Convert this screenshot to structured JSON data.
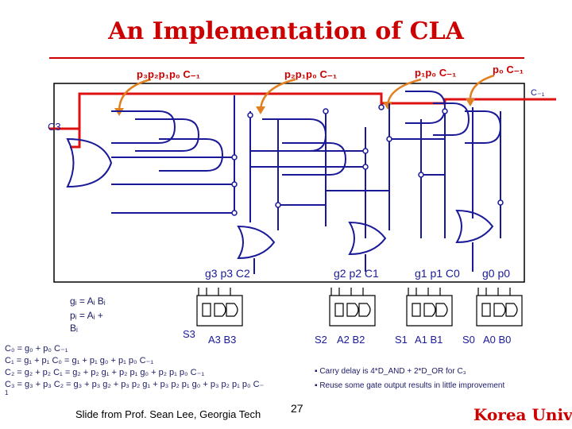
{
  "title": "An Implementation of CLA",
  "top_labels": {
    "p3p2p1p0c": "p₃p₂p₁p₀ C₋₁",
    "p2p1p0c": "p₂p₁p₀ C₋₁",
    "p1p0c": "p₁p₀ C₋₁",
    "p0c": "p₀ C₋₁",
    "c_minus_1": "C₋₁",
    "c3": "C3"
  },
  "bottom_labels": {
    "g3p3c2": "g3 p3 C2",
    "g2p2c1": "g2 p2 C1",
    "g1p1c0": "g1 p1 C0",
    "g0p0": "g0 p0",
    "s3": "S3",
    "a3b3": "A3 B3",
    "s2": "S2",
    "a2b2": "A2 B2",
    "s1": "S1",
    "a1b1": "A1 B1",
    "s0": "S0",
    "a0b0": "A0 B0"
  },
  "defs": {
    "gi": "gᵢ = Aᵢ Bᵢ",
    "pi": "pᵢ = Aᵢ +",
    "pi_cont": "Bᵢ"
  },
  "equations": [
    "C₀ = g₀ + p₀ C₋₁",
    "C₁ = g₁ + p₁ C₀ = g₁ + p₁ g₀ + p₁ p₀ C₋₁",
    "C₂ = g₂ + p₂ C₁ = g₂ + p₂ g₁ + p₂ p₁ g₀ + p₂ p₁ p₀ C₋₁",
    "C₃ = g₃ + p₃ C₂ = g₃ + p₃ g₂ + p₃ p₂ g₁ + p₃ p₂ p₁ g₀ + p₃ p₂ p₁ p₀ C₋"
  ],
  "equation_tail": "1",
  "notes": [
    "Carry delay is 4*D_AND + 2*D_OR for C₃",
    "Reuse some gate output results in little improvement"
  ],
  "footer": {
    "credit": "Slide from Prof. Sean Lee, Georgia Tech",
    "page": "27",
    "brand": "Korea Univ"
  },
  "colors": {
    "title": "#cc0000",
    "wire_blue": "#1a1a99",
    "carry_red": "#dd1111",
    "arrow_orange": "#e08020"
  }
}
